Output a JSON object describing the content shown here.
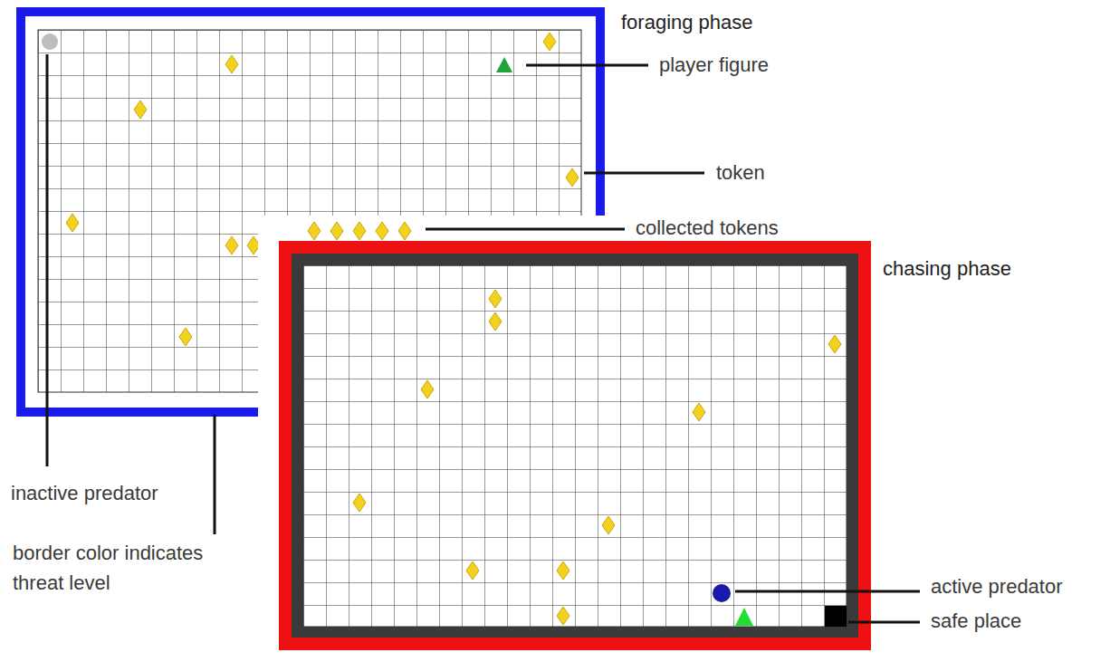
{
  "diagram": {
    "labels": [
      "foraging phase",
      "player figure",
      "token",
      "collected tokens",
      "chasing phase",
      "inactive predator",
      "border color indicates threat level",
      "active predator",
      "safe place"
    ]
  }
}
